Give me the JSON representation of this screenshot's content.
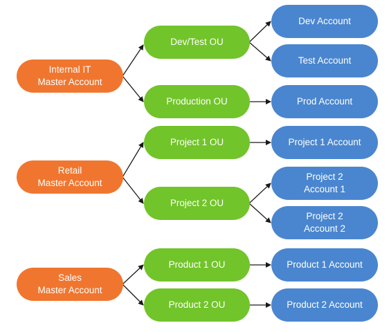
{
  "masters": {
    "internal_it": "Internal IT\nMaster Account",
    "retail": "Retail\nMaster Account",
    "sales": "Sales\nMaster Account"
  },
  "ous": {
    "dev_test": "Dev/Test OU",
    "production": "Production OU",
    "project1": "Project 1 OU",
    "project2": "Project 2 OU",
    "product1": "Product 1 OU",
    "product2": "Product 2 OU"
  },
  "accounts": {
    "dev": "Dev Account",
    "test": "Test Account",
    "prod": "Prod Account",
    "project1": "Project 1 Account",
    "project2_account1": "Project 2\nAccount 1",
    "project2_account2": "Project 2\nAccount 2",
    "product1": "Product 1 Account",
    "product2": "Product 2 Account"
  },
  "colors": {
    "master": "#f0762f",
    "ou": "#71c42a",
    "account": "#4a86cf",
    "arrow": "#1a1a1a"
  }
}
